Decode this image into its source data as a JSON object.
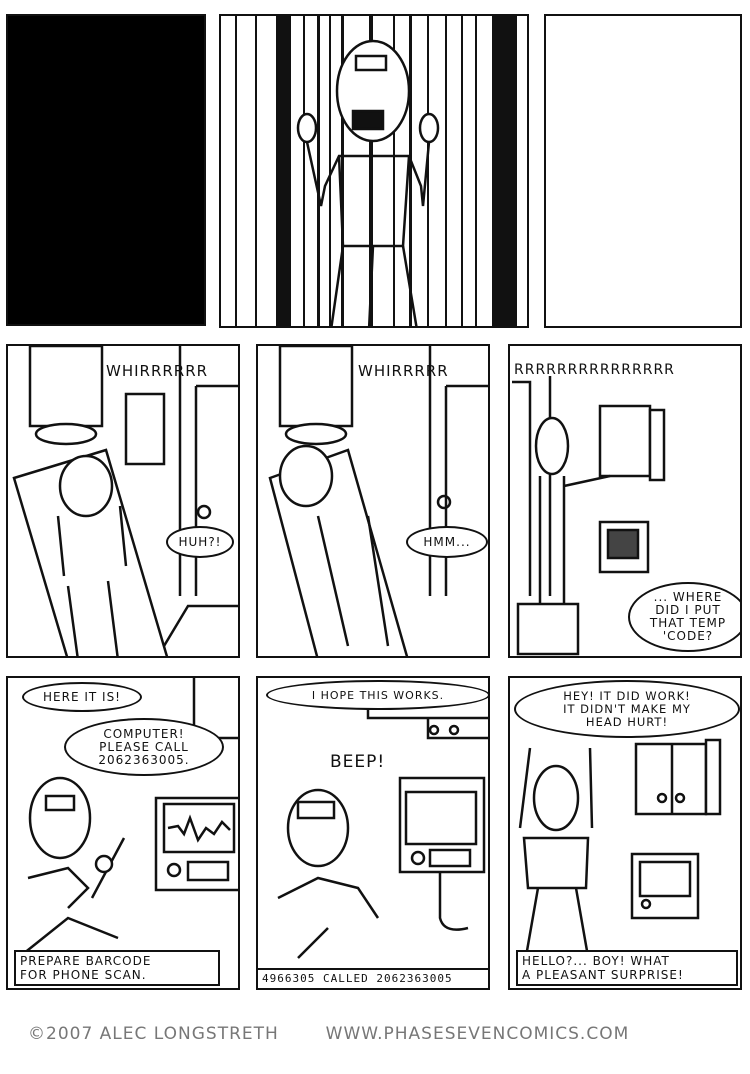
{
  "comic": {
    "row1": {
      "panel1": {
        "fill": "#000000"
      },
      "panel2": {
        "description": "barcode bars with scared man"
      },
      "panel3": {
        "fill": "#ffffff"
      }
    },
    "row2": {
      "panel4": {
        "sfx": "WHIRRRRRR",
        "balloon": "HUH?!"
      },
      "panel5": {
        "sfx": "WHIRRRRR",
        "balloon": "HMM..."
      },
      "panel6": {
        "sfx": "RRRRRRRRRRRRRRR",
        "balloon_line1": "... WHERE",
        "balloon_line2": "DID I PUT",
        "balloon_line3": "THAT TEMP",
        "balloon_line4": "'CODE?"
      }
    },
    "row3": {
      "panel7": {
        "balloon1": "HERE IT IS!",
        "balloon2_line1": "COMPUTER!",
        "balloon2_line2": "PLEASE CALL",
        "balloon2_line3": "2062363005.",
        "caption_line1": "PREPARE BARCODE",
        "caption_line2": "FOR PHONE SCAN."
      },
      "panel8": {
        "balloon": "I HOPE THIS WORKS.",
        "sfx": "BEEP!",
        "caption": "4966305 CALLED 2062363005"
      },
      "panel9": {
        "balloon_line1": "HEY! IT DID WORK!",
        "balloon_line2": "IT DIDN'T MAKE MY",
        "balloon_line3": "HEAD HURT!",
        "caption_line1": "HELLO?... BOY! WHAT",
        "caption_line2": "A PLEASANT SURPRISE!"
      }
    }
  },
  "footer": {
    "copyright": "©2007 ALEC LONGSTRETH",
    "url": "WWW.PHASESEVENCOMICS.COM"
  }
}
